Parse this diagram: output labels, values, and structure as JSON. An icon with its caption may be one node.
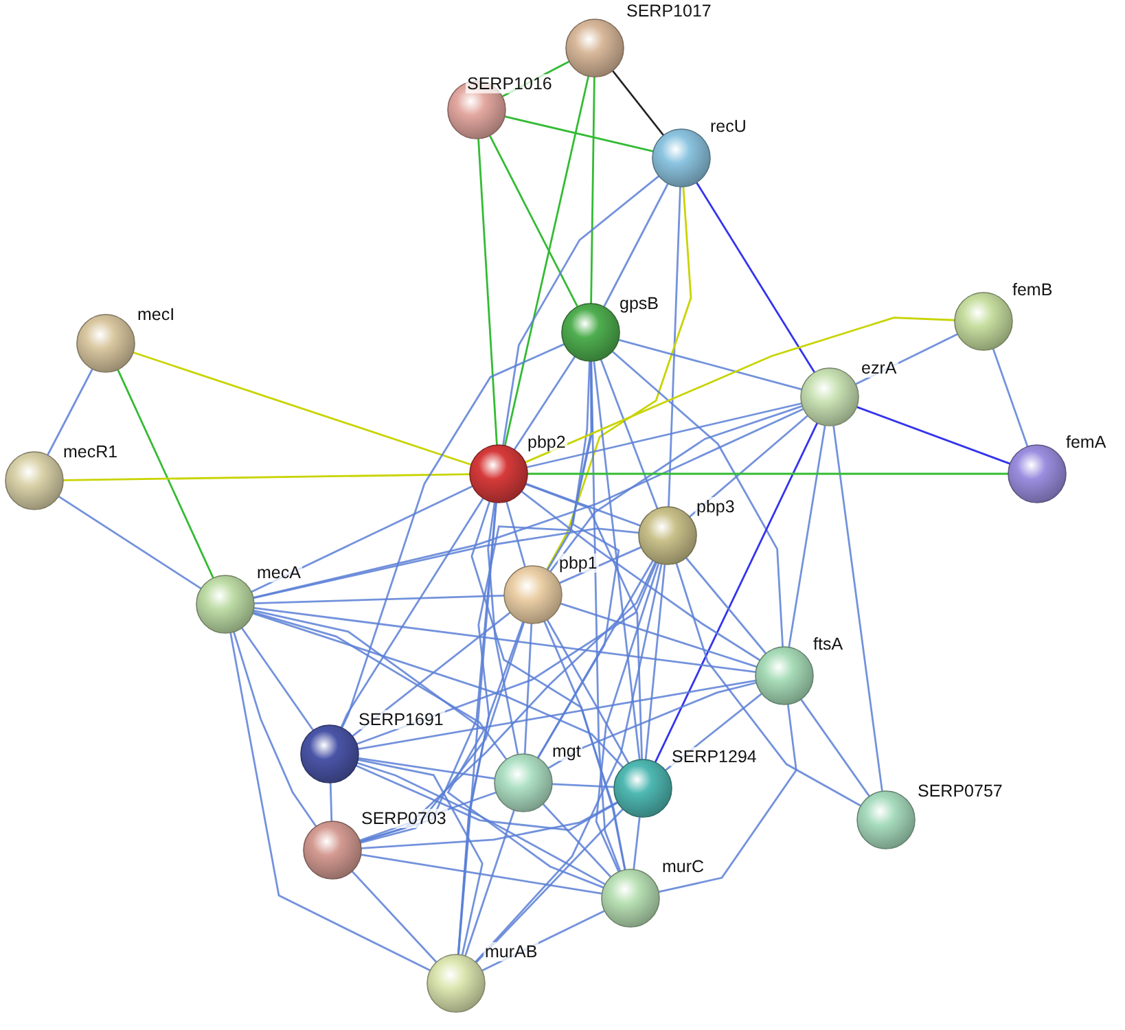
{
  "diagram": {
    "nodes": [
      {
        "text": [
          "SERP1017"
        ]
      },
      {
        "text": [
          "SERP1016"
        ]
      },
      {
        "text": [
          "recU"
        ]
      },
      {
        "text": [
          "mecI"
        ]
      },
      {
        "text": [
          "gpsB"
        ]
      },
      {
        "text": [
          "femB"
        ]
      },
      {
        "text": [
          "ezrA"
        ]
      },
      {
        "text": [
          "mecR1"
        ]
      },
      {
        "text": [
          "pbp2"
        ]
      },
      {
        "text": [
          "femA"
        ]
      },
      {
        "text": [
          "pbp3"
        ]
      },
      {
        "text": [
          "mecA"
        ]
      },
      {
        "text": [
          "pbp1"
        ]
      },
      {
        "text": [
          "ftsA"
        ]
      },
      {
        "text": [
          "SERP1691"
        ]
      },
      {
        "text": [
          "mgt"
        ]
      },
      {
        "text": [
          "SERP1294"
        ]
      },
      {
        "text": [
          "SERP0757"
        ]
      },
      {
        "text": [
          "SERP0703"
        ]
      },
      {
        "text": [
          "murC"
        ]
      },
      {
        "text": [
          "murAB"
        ]
      }
    ],
    "edges": [
      {
        "from": 0,
        "to": 1,
        "arrow": "none",
        "color": "#33bb33"
      },
      {
        "from": 0,
        "to": 2,
        "arrow": "none",
        "color": "#222222"
      },
      {
        "from": 0,
        "to": 4,
        "arrow": "none",
        "color": "#33bb33"
      },
      {
        "from": 0,
        "to": 8,
        "arrow": "none",
        "color": "#33bb33"
      },
      {
        "from": 1,
        "to": 2,
        "arrow": "none",
        "color": "#33bb33"
      },
      {
        "from": 1,
        "to": 8,
        "arrow": "none",
        "color": "#33bb33"
      },
      {
        "from": 1,
        "to": 4,
        "arrow": "none",
        "color": "#33bb33"
      },
      {
        "from": 2,
        "to": 4,
        "arrow": "none"
      },
      {
        "from": 2,
        "to": 8,
        "arrow": "none"
      },
      {
        "from": 2,
        "to": 6,
        "arrow": "none",
        "color": "#3333ee"
      },
      {
        "from": 2,
        "to": 10,
        "arrow": "none"
      },
      {
        "from": 2,
        "to": 12,
        "arrow": "none",
        "color": "#c8d400"
      },
      {
        "from": 3,
        "to": 7,
        "arrow": "none"
      },
      {
        "from": 3,
        "to": 11,
        "arrow": "none",
        "color": "#33bb33"
      },
      {
        "from": 3,
        "to": 8,
        "arrow": "none",
        "color": "#c8d400"
      },
      {
        "from": 7,
        "to": 8,
        "arrow": "none",
        "color": "#c8d400"
      },
      {
        "from": 7,
        "to": 11,
        "arrow": "none"
      },
      {
        "from": 4,
        "to": 6,
        "arrow": "none"
      },
      {
        "from": 4,
        "to": 8,
        "arrow": "none"
      },
      {
        "from": 4,
        "to": 10,
        "arrow": "none"
      },
      {
        "from": 4,
        "to": 12,
        "arrow": "none"
      },
      {
        "from": 4,
        "to": 13,
        "arrow": "none"
      },
      {
        "from": 4,
        "to": 14,
        "arrow": "none"
      },
      {
        "from": 4,
        "to": 15,
        "arrow": "none"
      },
      {
        "from": 4,
        "to": 16,
        "arrow": "none"
      },
      {
        "from": 4,
        "to": 19,
        "arrow": "none"
      },
      {
        "from": 4,
        "to": 20,
        "arrow": "none"
      },
      {
        "from": 5,
        "to": 6,
        "arrow": "none"
      },
      {
        "from": 5,
        "to": 9,
        "arrow": "none"
      },
      {
        "from": 5,
        "to": 8,
        "arrow": "none",
        "color": "#c8d400"
      },
      {
        "from": 6,
        "to": 9,
        "arrow": "none",
        "color": "#3333ee"
      },
      {
        "from": 6,
        "to": 8,
        "arrow": "none"
      },
      {
        "from": 6,
        "to": 10,
        "arrow": "none"
      },
      {
        "from": 6,
        "to": 12,
        "arrow": "none"
      },
      {
        "from": 6,
        "to": 11,
        "arrow": "none"
      },
      {
        "from": 6,
        "to": 13,
        "arrow": "none"
      },
      {
        "from": 6,
        "to": 17,
        "arrow": "none"
      },
      {
        "from": 6,
        "to": 16,
        "arrow": "none",
        "color": "#3333ee"
      },
      {
        "from": 8,
        "to": 9,
        "arrow": "none",
        "color": "#33bb33"
      },
      {
        "from": 8,
        "to": 10,
        "arrow": "none"
      },
      {
        "from": 8,
        "to": 11,
        "arrow": "none"
      },
      {
        "from": 8,
        "to": 12,
        "arrow": "none"
      },
      {
        "from": 8,
        "to": 13,
        "arrow": "none"
      },
      {
        "from": 8,
        "to": 14,
        "arrow": "none"
      },
      {
        "from": 8,
        "to": 15,
        "arrow": "none"
      },
      {
        "from": 8,
        "to": 16,
        "arrow": "none"
      },
      {
        "from": 8,
        "to": 18,
        "arrow": "none"
      },
      {
        "from": 8,
        "to": 19,
        "arrow": "none"
      },
      {
        "from": 8,
        "to": 20,
        "arrow": "none"
      },
      {
        "from": 10,
        "to": 11,
        "arrow": "none"
      },
      {
        "from": 10,
        "to": 12,
        "arrow": "none"
      },
      {
        "from": 10,
        "to": 13,
        "arrow": "none"
      },
      {
        "from": 10,
        "to": 14,
        "arrow": "none"
      },
      {
        "from": 10,
        "to": 15,
        "arrow": "none"
      },
      {
        "from": 10,
        "to": 16,
        "arrow": "none"
      },
      {
        "from": 10,
        "to": 18,
        "arrow": "none"
      },
      {
        "from": 10,
        "to": 19,
        "arrow": "none"
      },
      {
        "from": 10,
        "to": 20,
        "arrow": "none"
      },
      {
        "from": 10,
        "to": 17,
        "arrow": "none"
      },
      {
        "from": 11,
        "to": 12,
        "arrow": "none"
      },
      {
        "from": 11,
        "to": 13,
        "arrow": "none"
      },
      {
        "from": 11,
        "to": 14,
        "arrow": "none"
      },
      {
        "from": 11,
        "to": 15,
        "arrow": "none"
      },
      {
        "from": 11,
        "to": 16,
        "arrow": "none"
      },
      {
        "from": 11,
        "to": 18,
        "arrow": "none"
      },
      {
        "from": 11,
        "to": 19,
        "arrow": "none"
      },
      {
        "from": 11,
        "to": 20,
        "arrow": "none"
      },
      {
        "from": 12,
        "to": 13,
        "arrow": "none"
      },
      {
        "from": 12,
        "to": 14,
        "arrow": "none"
      },
      {
        "from": 12,
        "to": 15,
        "arrow": "none"
      },
      {
        "from": 12,
        "to": 16,
        "arrow": "none"
      },
      {
        "from": 12,
        "to": 18,
        "arrow": "none"
      },
      {
        "from": 12,
        "to": 19,
        "arrow": "none"
      },
      {
        "from": 12,
        "to": 20,
        "arrow": "none"
      },
      {
        "from": 13,
        "to": 17,
        "arrow": "none"
      },
      {
        "from": 13,
        "to": 14,
        "arrow": "none"
      },
      {
        "from": 13,
        "to": 15,
        "arrow": "none"
      },
      {
        "from": 13,
        "to": 16,
        "arrow": "none"
      },
      {
        "from": 13,
        "to": 19,
        "arrow": "none"
      },
      {
        "from": 14,
        "to": 15,
        "arrow": "none"
      },
      {
        "from": 14,
        "to": 16,
        "arrow": "none"
      },
      {
        "from": 14,
        "to": 18,
        "arrow": "none"
      },
      {
        "from": 14,
        "to": 19,
        "arrow": "none"
      },
      {
        "from": 14,
        "to": 20,
        "arrow": "none"
      },
      {
        "from": 15,
        "to": 16,
        "arrow": "none"
      },
      {
        "from": 15,
        "to": 18,
        "arrow": "none"
      },
      {
        "from": 15,
        "to": 19,
        "arrow": "none"
      },
      {
        "from": 15,
        "to": 20,
        "arrow": "none"
      },
      {
        "from": 16,
        "to": 18,
        "arrow": "none"
      },
      {
        "from": 16,
        "to": 19,
        "arrow": "none"
      },
      {
        "from": 16,
        "to": 20,
        "arrow": "none"
      },
      {
        "from": 18,
        "to": 19,
        "arrow": "none"
      },
      {
        "from": 18,
        "to": 20,
        "arrow": "none"
      },
      {
        "from": 19,
        "to": 20,
        "arrow": "none"
      }
    ]
  }
}
